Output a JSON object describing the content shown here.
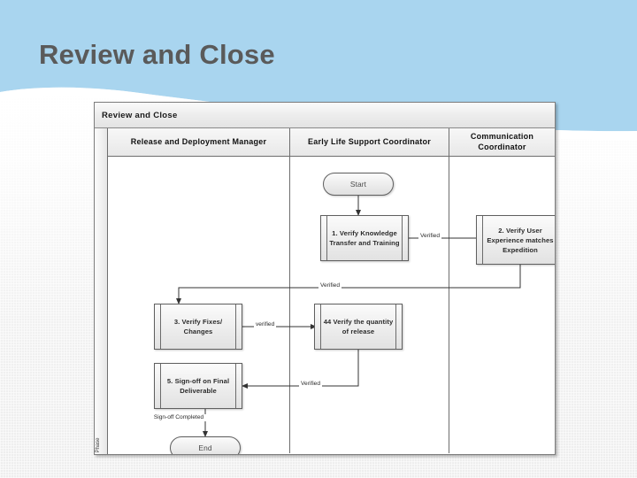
{
  "slide": {
    "title": "Review and Close",
    "background_blue": "#a9d5ef",
    "title_color": "#5a5a5a"
  },
  "diagram": {
    "pool_title": "Review and Close",
    "phase_label": "Phase",
    "lanes": [
      {
        "id": "lane-rdm",
        "label": "Release and Deployment Manager"
      },
      {
        "id": "lane-elsc",
        "label": "Early Life Support Coordinator"
      },
      {
        "id": "lane-cc",
        "label": "Communication Coordinator"
      }
    ],
    "nodes": [
      {
        "id": "start",
        "type": "start-event",
        "label": "Start"
      },
      {
        "id": "task1",
        "type": "task",
        "label": "1. Verify Knowledge Transfer and Training"
      },
      {
        "id": "task2",
        "type": "task",
        "label": "2. Verify User Experience matches Expedition"
      },
      {
        "id": "task3",
        "type": "task",
        "label": "3. Verify Fixes/ Changes"
      },
      {
        "id": "task4",
        "type": "task",
        "label": "44 Verify the quantity of release"
      },
      {
        "id": "task5",
        "type": "task",
        "label": "5. Sign-off on Final Deliverable"
      },
      {
        "id": "end",
        "type": "end-event",
        "label": "End"
      }
    ],
    "edges": [
      {
        "id": "e-start-task1",
        "from": "start",
        "to": "task1",
        "label": ""
      },
      {
        "id": "e-task1-task2",
        "from": "task1",
        "to": "task2",
        "label": "Verified"
      },
      {
        "id": "e-task2-task3",
        "from": "task2",
        "to": "task3",
        "label": "Verified"
      },
      {
        "id": "e-task3-task4",
        "from": "task3",
        "to": "task4",
        "label": "verified"
      },
      {
        "id": "e-task4-task5",
        "from": "task4",
        "to": "task5",
        "label": "Verified"
      },
      {
        "id": "e-task5-end",
        "from": "task5",
        "to": "end",
        "label": "Sign-off Completed"
      }
    ]
  }
}
